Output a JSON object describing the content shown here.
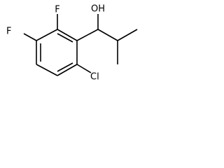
{
  "molecule": {
    "atoms": {
      "F_top": "F",
      "F_left": "F",
      "OH": "OH",
      "Cl": "Cl"
    }
  }
}
